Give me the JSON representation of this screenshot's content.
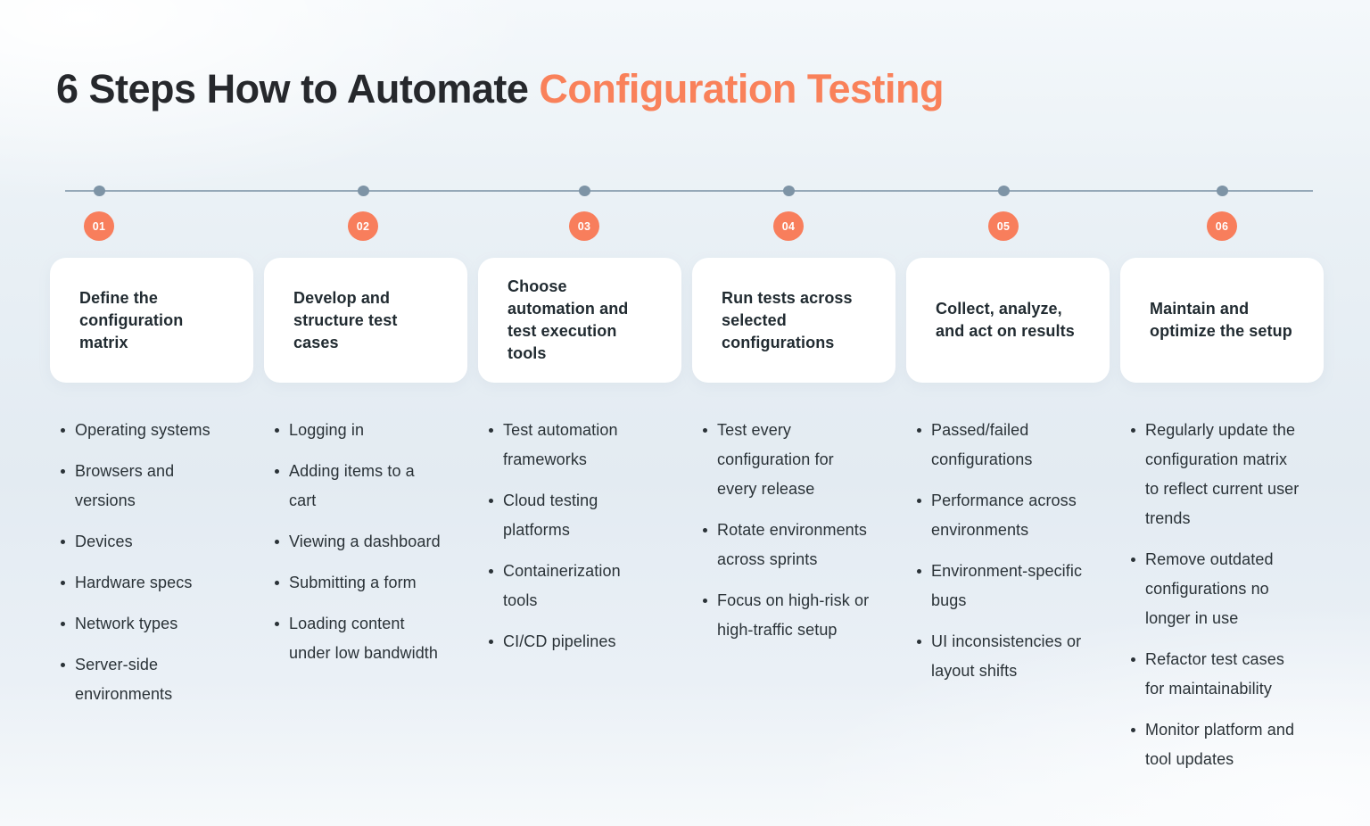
{
  "title": {
    "prefix": "6 Steps How to Automate ",
    "highlight": "Configuration Testing"
  },
  "colors": {
    "accent_orange": "#f8815a",
    "badge_orange": "#f87e5c",
    "timeline_line": "#95a8b8",
    "timeline_dot": "#7e94a6",
    "heading_dark": "#26282c",
    "card_background": "#ffffff",
    "body_text": "#2a3237"
  },
  "steps": [
    {
      "number": "01",
      "title": "Define the configuration matrix",
      "bullets": [
        "Operating systems",
        "Browsers and versions",
        "Devices",
        "Hardware specs",
        "Network types",
        "Server-side environments"
      ]
    },
    {
      "number": "02",
      "title": "Develop and structure test cases",
      "bullets": [
        "Logging in",
        "Adding items to a cart",
        "Viewing a dashboard",
        "Submitting a form",
        "Loading content under low bandwidth"
      ]
    },
    {
      "number": "03",
      "title": "Choose automation and test execution tools",
      "bullets": [
        "Test automation frameworks",
        "Cloud testing platforms",
        "Containerization tools",
        "CI/CD pipelines"
      ]
    },
    {
      "number": "04",
      "title": "Run tests across selected configurations",
      "bullets": [
        "Test every configuration for every release",
        "Rotate environments across sprints",
        "Focus on high-risk or high-traffic setup"
      ]
    },
    {
      "number": "05",
      "title": "Collect, analyze, and act on results",
      "bullets": [
        "Passed/failed configurations",
        "Performance across environments",
        "Environment-specific bugs",
        "UI inconsistencies or layout shifts"
      ]
    },
    {
      "number": "06",
      "title": "Maintain and optimize the setup",
      "bullets": [
        "Regularly update the configuration matrix to reflect current user trends",
        "Remove outdated configurations no longer in use",
        "Refactor test cases for maintainability",
        "Monitor platform and tool updates"
      ]
    }
  ]
}
